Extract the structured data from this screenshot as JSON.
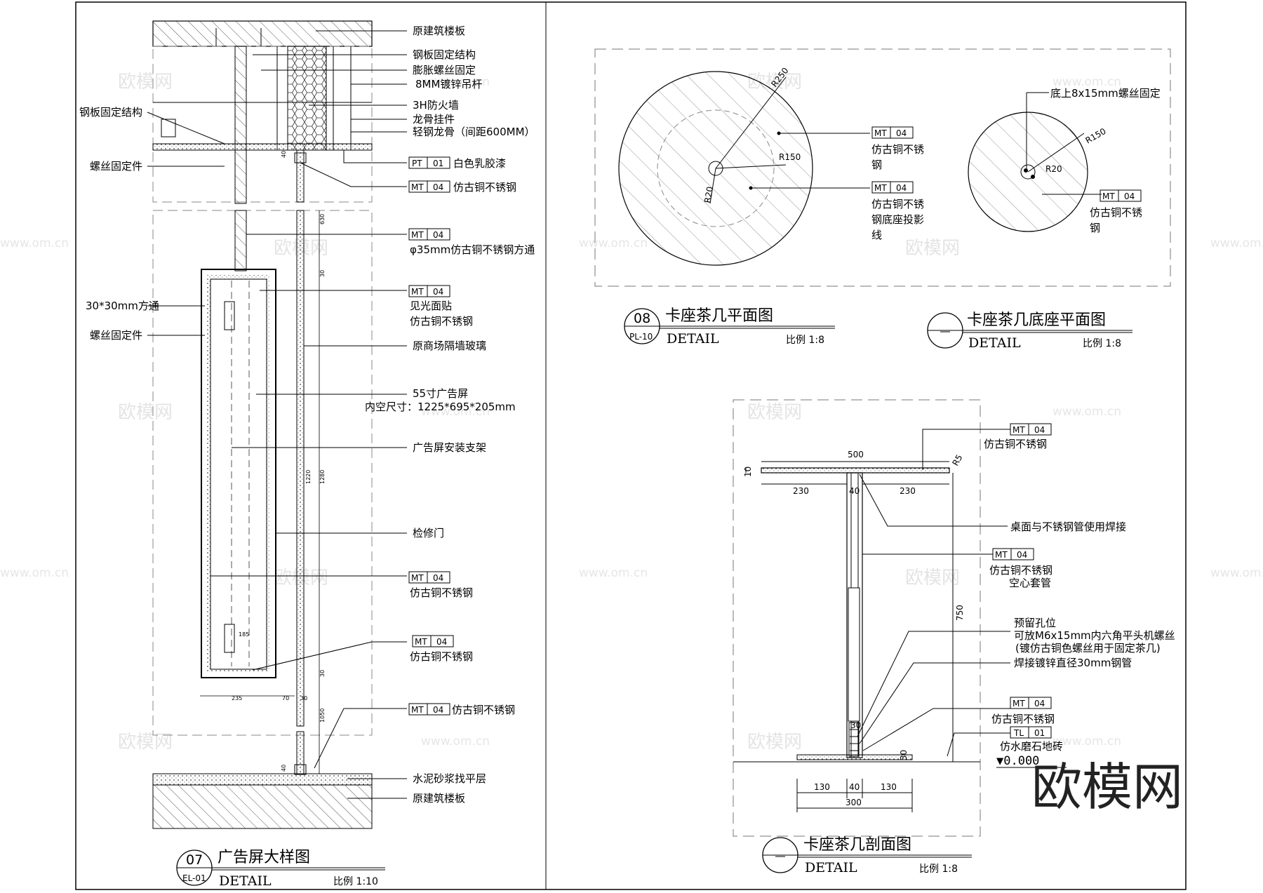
{
  "detail_07": {
    "num": "07",
    "sheet": "EL-01",
    "title": "广告屏大样图",
    "detail": "DETAIL",
    "scale": "比例  1:10",
    "callouts_right": [
      "原建筑楼板",
      "钢板固定结构",
      "膨胀螺丝固定",
      "8MM镀锌吊杆",
      "3H防火墙",
      "龙骨挂件",
      "轻钢龙骨（间距600MM）"
    ],
    "callouts_left": [
      "钢板固定结构",
      "螺丝固定件",
      "30*30mm方通",
      "螺丝固定件"
    ],
    "tag_pt": "PT",
    "tag_mt": "MT",
    "code_01": "01",
    "code_04": "04",
    "pt01_text": "白色乳胶漆",
    "mt04_text": "仿古铜不锈钢",
    "pipe_text": "φ35mm仿古铜不锈钢方通",
    "visible_1": "见光面贴",
    "visible_2": "仿古铜不锈钢",
    "glass": "原商场隔墙玻璃",
    "screen_1": "55寸广告屏",
    "screen_2": "内空尺寸：1225*695*205mm",
    "bracket": "广告屏安装支架",
    "door": "检修门",
    "cement": "水泥砂浆找平层",
    "slab_bottom": "原建筑楼板",
    "dims": [
      "40",
      "630",
      "30",
      "1220",
      "1280",
      "30",
      "1050",
      "40",
      "185",
      "235",
      "70",
      "30"
    ]
  },
  "detail_08": {
    "num": "08",
    "sheet": "PL-10",
    "title": "卡座茶几平面图",
    "detail": "DETAIL",
    "scale": "比例  1:8",
    "r250": "R250",
    "r150": "R150",
    "r20": "R20",
    "mt04_a": [
      "仿古铜不锈",
      "钢"
    ],
    "mt04_b": [
      "仿古铜不锈",
      "钢底座投影",
      "线"
    ]
  },
  "detail_base": {
    "title": "卡座茶几底座平面图",
    "detail": "DETAIL",
    "scale": "比例    1:8",
    "fix": "底上8x15mm螺丝固定",
    "r150": "R150",
    "r20": "R20",
    "mt04": [
      "仿古铜不锈",
      "钢"
    ]
  },
  "detail_section": {
    "title": "卡座茶几剖面图",
    "detail": "DETAIL",
    "scale": "比例    1:8",
    "mt04_top": "仿古铜不锈钢",
    "weld": "桌面与不锈钢管使用焊接",
    "sleeve": [
      "仿古铜不锈钢",
      "空心套管"
    ],
    "hole": [
      "预留孔位",
      "可放M6x15mm内六角平头机螺丝",
      "(镀仿古铜色螺丝用于固定茶几)",
      "焊接镀锌直径30mm钢管"
    ],
    "mt04_bottom": "仿古铜不锈钢",
    "tl": "TL",
    "tl_code": "01",
    "terrazzo": "仿水磨石地砖",
    "level": "▼0.000",
    "dims": {
      "top": "500",
      "left": "230",
      "mid": "40",
      "right": "230",
      "thick": "10",
      "r5": "R5",
      "height": "750",
      "d30": "30",
      "d30b": "30",
      "b1": "130",
      "b2": "40",
      "b3": "130",
      "btotal": "300"
    }
  },
  "watermark": {
    "brand": "欧模网",
    "url": "www.om.cn",
    "url2": "www.om.cn"
  }
}
